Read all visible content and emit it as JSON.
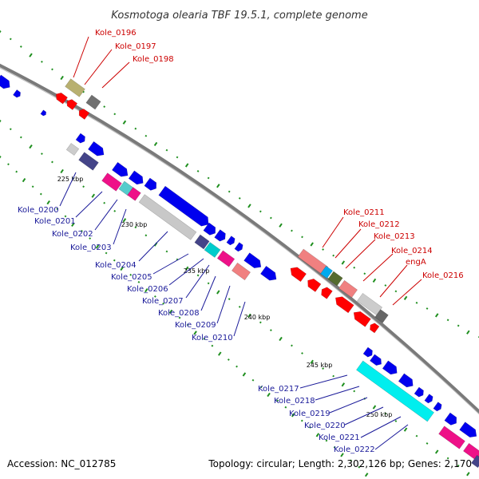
{
  "title": "Kosmotoga olearia TBF 19.5.1, complete genome",
  "footer": {
    "accession": "Accession: NC_012785",
    "summary": "Topology: circular; Length: 2,302,126 bp; Genes: 2,170"
  },
  "ticks": [
    "225 kbp",
    "230 kbp",
    "235 kbp",
    "240 kbp",
    "245 kbp",
    "250 kbp"
  ],
  "genes_top_red": [
    "Kole_0196",
    "Kole_0197",
    "Kole_0198"
  ],
  "genes_left_blue": [
    "Kole_0200",
    "Kole_0201",
    "Kole_0202",
    "Kole_0203",
    "Kole_0204",
    "Kole_0205",
    "Kole_0206",
    "Kole_0207",
    "Kole_0208",
    "Kole_0209",
    "Kole_0210"
  ],
  "genes_right_red": [
    "Kole_0211",
    "Kole_0212",
    "Kole_0213",
    "Kole_0214",
    "engA",
    "Kole_0216"
  ],
  "genes_bottom_blue": [
    "Kole_0217",
    "Kole_0218",
    "Kole_0219",
    "Kole_0220",
    "Kole_0221",
    "Kole_0222"
  ],
  "colors": {
    "forward_cds": "#0000ee",
    "reverse_cds": "#ff0000",
    "backbone": "#777777",
    "gc_dots": "#1f8f1f",
    "label_red": "#cc0000",
    "label_blue": "#1a1a99"
  }
}
